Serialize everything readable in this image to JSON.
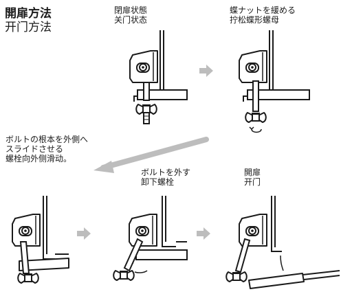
{
  "title": {
    "jp": "開扉方法",
    "cn": "开门方法"
  },
  "steps": [
    {
      "jp": "閉扉状態",
      "cn": "关门状态"
    },
    {
      "jp": "蝶ナットを緩める",
      "cn": "拧松蝶形螺母"
    },
    {
      "jp": "ボルトを外す",
      "cn": "卸下螺栓"
    },
    {
      "jp": "開扉",
      "cn": "开门"
    }
  ],
  "slide_note": {
    "line1": "ボルトの根本を外側へ",
    "line2": "スライドさせる",
    "line3": "螺栓向外侧滑动。"
  },
  "colors": {
    "line": "#1a1a1a",
    "arrow": "#bdbdbd",
    "fill": "#ffffff"
  }
}
